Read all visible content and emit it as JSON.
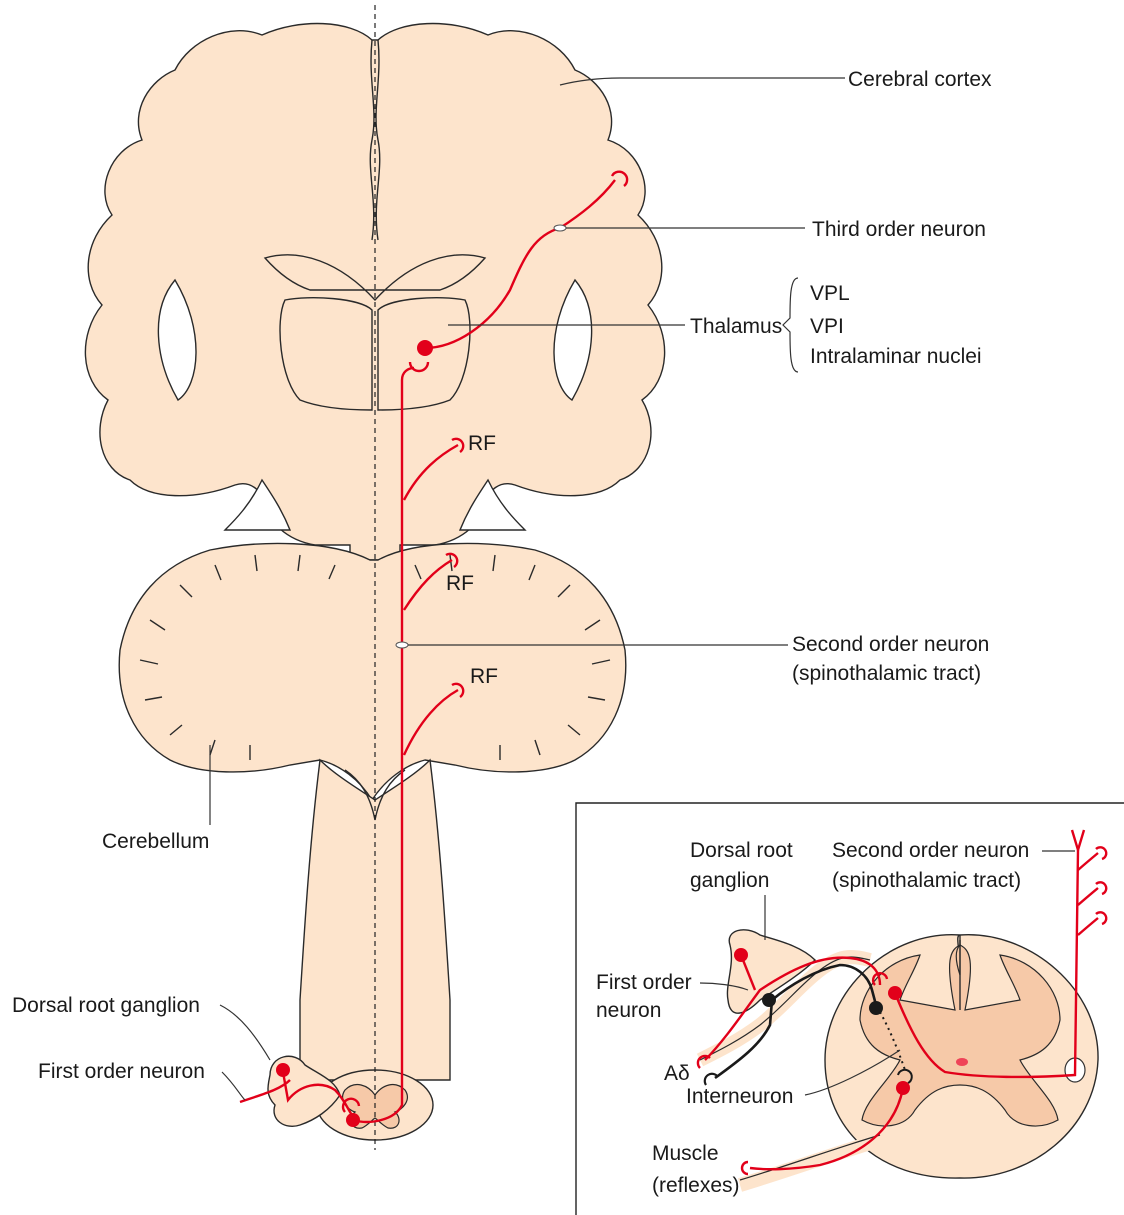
{
  "colors": {
    "tissue": "#fde4cc",
    "grey_matter": "#f6c9a8",
    "neuron": "#e2001a",
    "outline": "#2a2a2a"
  },
  "labels": {
    "cerebral_cortex": "Cerebral cortex",
    "third_order_neuron": "Third order neuron",
    "thalamus": "Thalamus",
    "vpl": "VPL",
    "vpi": "VPI",
    "intralaminar": "Intralaminar nuclei",
    "rf1": "RF",
    "rf2": "RF",
    "rf3": "RF",
    "second_order_1": "Second order neuron",
    "second_order_2": "(spinothalamic tract)",
    "cerebellum": "Cerebellum",
    "drg": "Dorsal root ganglion",
    "first_order": "First order neuron"
  },
  "inset": {
    "drg_1": "Dorsal root",
    "drg_2": "ganglion",
    "second_order_1": "Second order neuron",
    "second_order_2": "(spinothalamic tract)",
    "first_order_1": "First order",
    "first_order_2": "neuron",
    "a_delta": "Aδ",
    "interneuron": "Interneuron",
    "muscle_1": "Muscle",
    "muscle_2": "(reflexes)"
  }
}
